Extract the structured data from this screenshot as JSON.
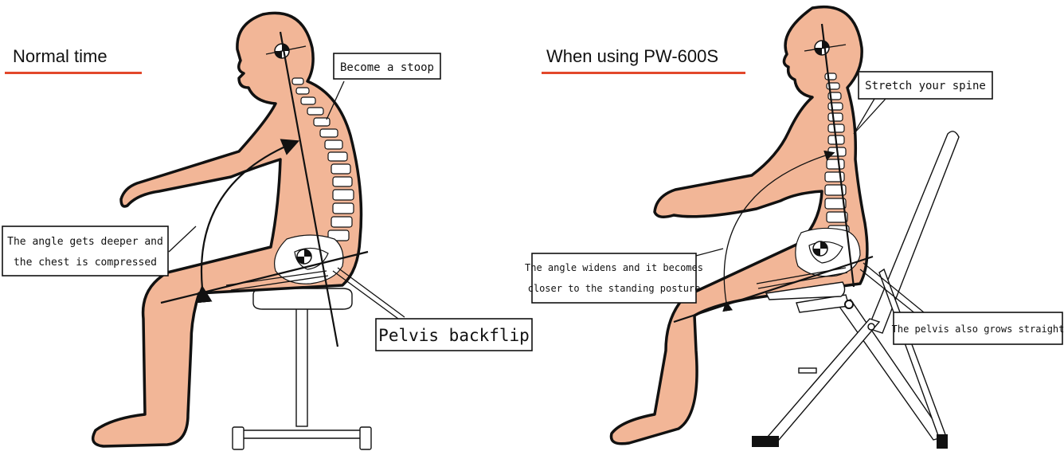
{
  "left_panel": {
    "heading": "Normal time",
    "callout_stoop": "Become a stoop",
    "callout_angle_line1": "The angle gets deeper and",
    "callout_angle_line2": "the chest is compressed",
    "callout_pelvis": "Pelvis backflip"
  },
  "right_panel": {
    "heading": "When using PW-600S",
    "callout_spine": "Stretch your spine",
    "callout_angle_line1": "The angle widens and it becomes",
    "callout_angle_line2": "closer to the standing posture",
    "callout_pelvis": "The pelvis also grows straight"
  },
  "colors": {
    "heading_underline": "#e2482b",
    "skin": "#f2b697",
    "outline": "#111111"
  }
}
